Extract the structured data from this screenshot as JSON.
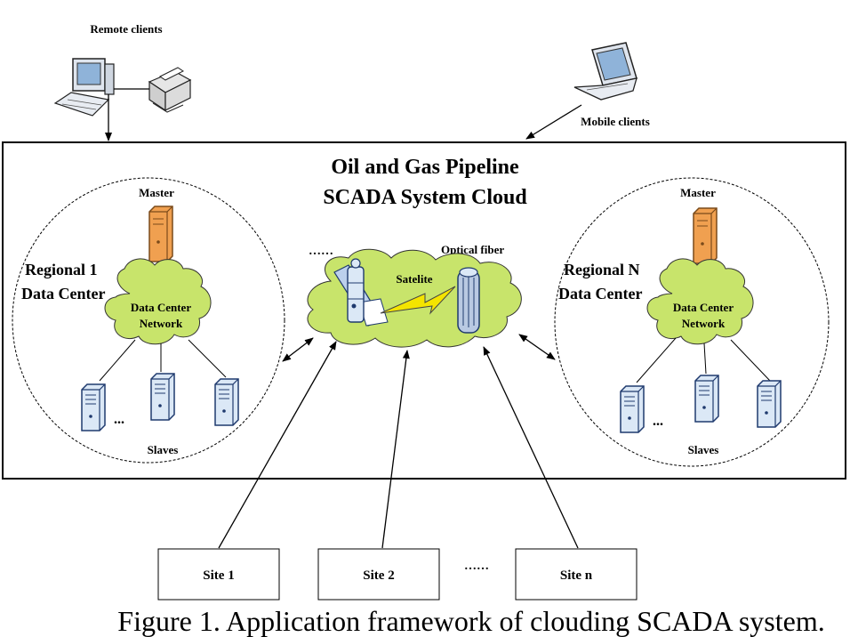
{
  "remote_clients_label": "Remote clients",
  "mobile_clients_label": "Mobile clients",
  "cloud_title_line1": "Oil and Gas Pipeline",
  "cloud_title_line2": "SCADA System Cloud",
  "left_dc": {
    "master_label": "Master",
    "name_line1": "Regional 1",
    "name_line2": "Data Center",
    "network_line1": "Data Center",
    "network_line2": "Network",
    "ellipsis": "...",
    "slaves_label": "Slaves"
  },
  "right_dc": {
    "master_label": "Master",
    "name_line1": "Regional N",
    "name_line2": "Data Center",
    "network_line1": "Data Center",
    "network_line2": "Network",
    "ellipsis": "...",
    "slaves_label": "Slaves"
  },
  "center": {
    "dots": "……",
    "optical_fiber_label": "Optical fiber",
    "satellite_label": "Satelite"
  },
  "sites": {
    "site1": "Site 1",
    "site2": "Site 2",
    "dots": "……",
    "siten": "Site n"
  },
  "caption": "Figure 1. Application framework of clouding SCADA system.",
  "colors": {
    "cloud_fill": "#c8e46b",
    "master_fill": "#f0a050",
    "server_fill": "#dbe8f6",
    "server_stroke": "#1f3a6e",
    "lightning": "#f4e400"
  }
}
